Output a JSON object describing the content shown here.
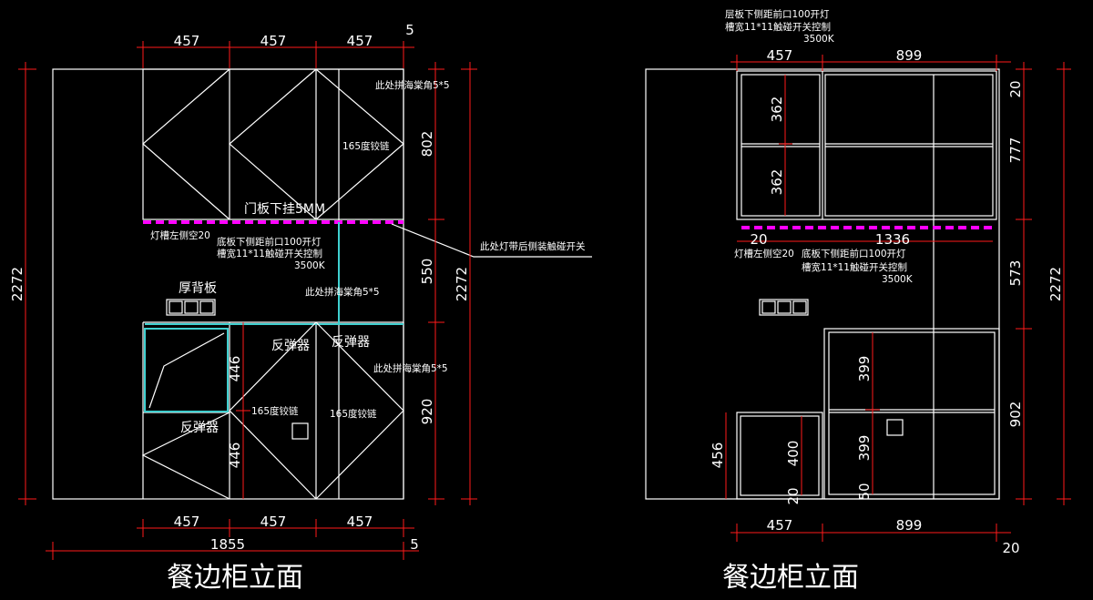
{
  "left": {
    "title": "餐边柜立面",
    "dims": {
      "top_w1": "457",
      "top_w2": "457",
      "top_w3": "457",
      "top_gap": "5",
      "bot_w1": "457",
      "bot_w2": "457",
      "bot_w3": "457",
      "total_w": "1855",
      "total_gap": "5",
      "h_total_left": "2272",
      "h_upper": "802",
      "h_mid": "550",
      "h_lower": "920",
      "h_total_right": "2272",
      "h_446a": "446",
      "h_446b": "446"
    },
    "notes": {
      "seam1": "此处拼海棠角5*5",
      "hinge_up": "165度铰链",
      "door_hang": "门板下挂5MM",
      "slot_gap": "灯槽左侧空20",
      "shelf_light": "底板下侧距前口100开灯",
      "slot_width": "槽宽11*11触碰开关控制",
      "color_temp": "3500K",
      "back_panel": "厚背板",
      "seam2": "此处拼海棠角5*5",
      "rebound1": "反弹器",
      "rebound2": "反弹器",
      "rebound3": "反弹器",
      "seam3": "此处拼海棠角5*5",
      "hinge_lo1": "165度铰链",
      "hinge_lo2": "165度铰链",
      "light_switch": "此处灯带后侧装触碰开关"
    }
  },
  "right": {
    "title": "餐边柜立面",
    "dims": {
      "top_w1": "457",
      "top_w2": "899",
      "bot_w1": "457",
      "bot_w2": "899",
      "bot_gap": "20",
      "h_20": "20",
      "h_777": "777",
      "h_573": "573",
      "h_902": "902",
      "h_total": "2272",
      "h_362a": "362",
      "h_362b": "362",
      "h_399a": "399",
      "h_399b": "399",
      "h_456": "456",
      "h_400": "400",
      "h_50": "50",
      "h_20b": "20",
      "w_20": "20",
      "w_1336": "1336"
    },
    "notes": {
      "shelf_light": "层板下侧距前口100开灯",
      "slot_width": "槽宽11*11触碰开关控制",
      "color_temp": "3500K",
      "slot_gap": "灯槽左侧空20",
      "base_light": "底板下侧距前口100开灯",
      "base_slot": "槽宽11*11触碰开关控制",
      "base_temp": "3500K"
    }
  },
  "colors": {
    "line": "#ffffff",
    "dimension": "#ff1a1a",
    "led_strip": "#ff00ff",
    "glass": "#3fd0d0",
    "background": "#000000"
  }
}
